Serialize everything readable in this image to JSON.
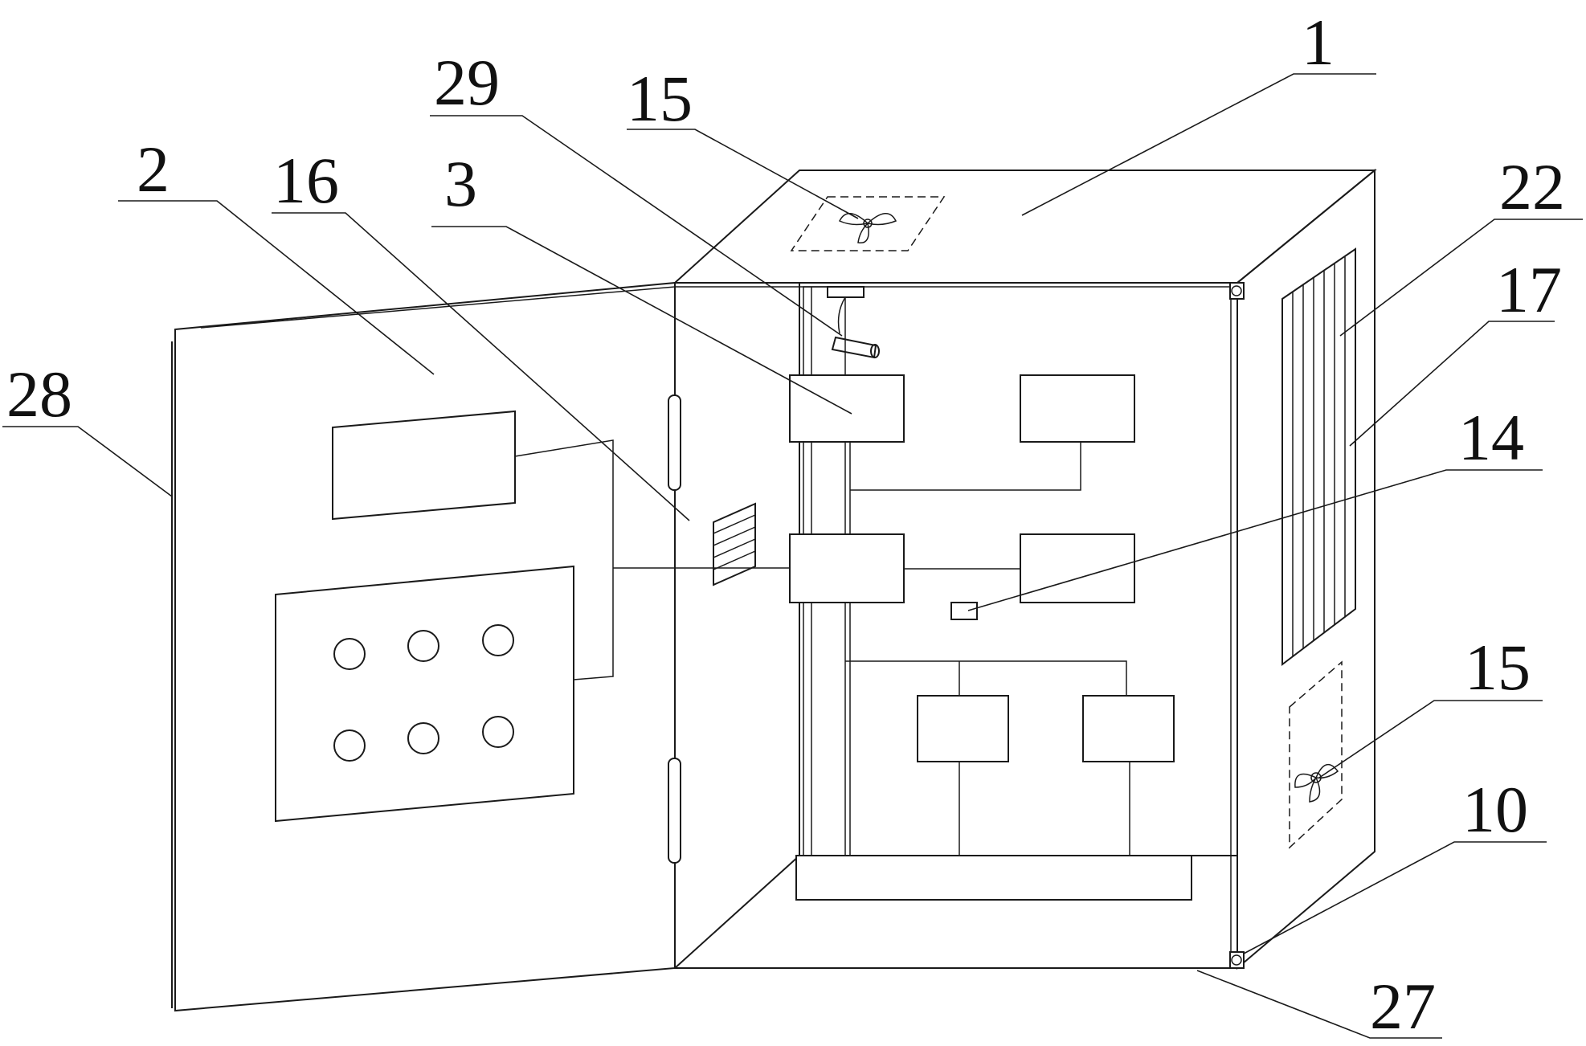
{
  "diagram": {
    "labels": [
      {
        "id": "1",
        "text": "1"
      },
      {
        "id": "2",
        "text": "2"
      },
      {
        "id": "3",
        "text": "3"
      },
      {
        "id": "10",
        "text": "10"
      },
      {
        "id": "14",
        "text": "14"
      },
      {
        "id": "15a",
        "text": "15"
      },
      {
        "id": "15b",
        "text": "15"
      },
      {
        "id": "16",
        "text": "16"
      },
      {
        "id": "17",
        "text": "17"
      },
      {
        "id": "22",
        "text": "22"
      },
      {
        "id": "27",
        "text": "27"
      },
      {
        "id": "28",
        "text": "28"
      },
      {
        "id": "29",
        "text": "29"
      }
    ]
  }
}
